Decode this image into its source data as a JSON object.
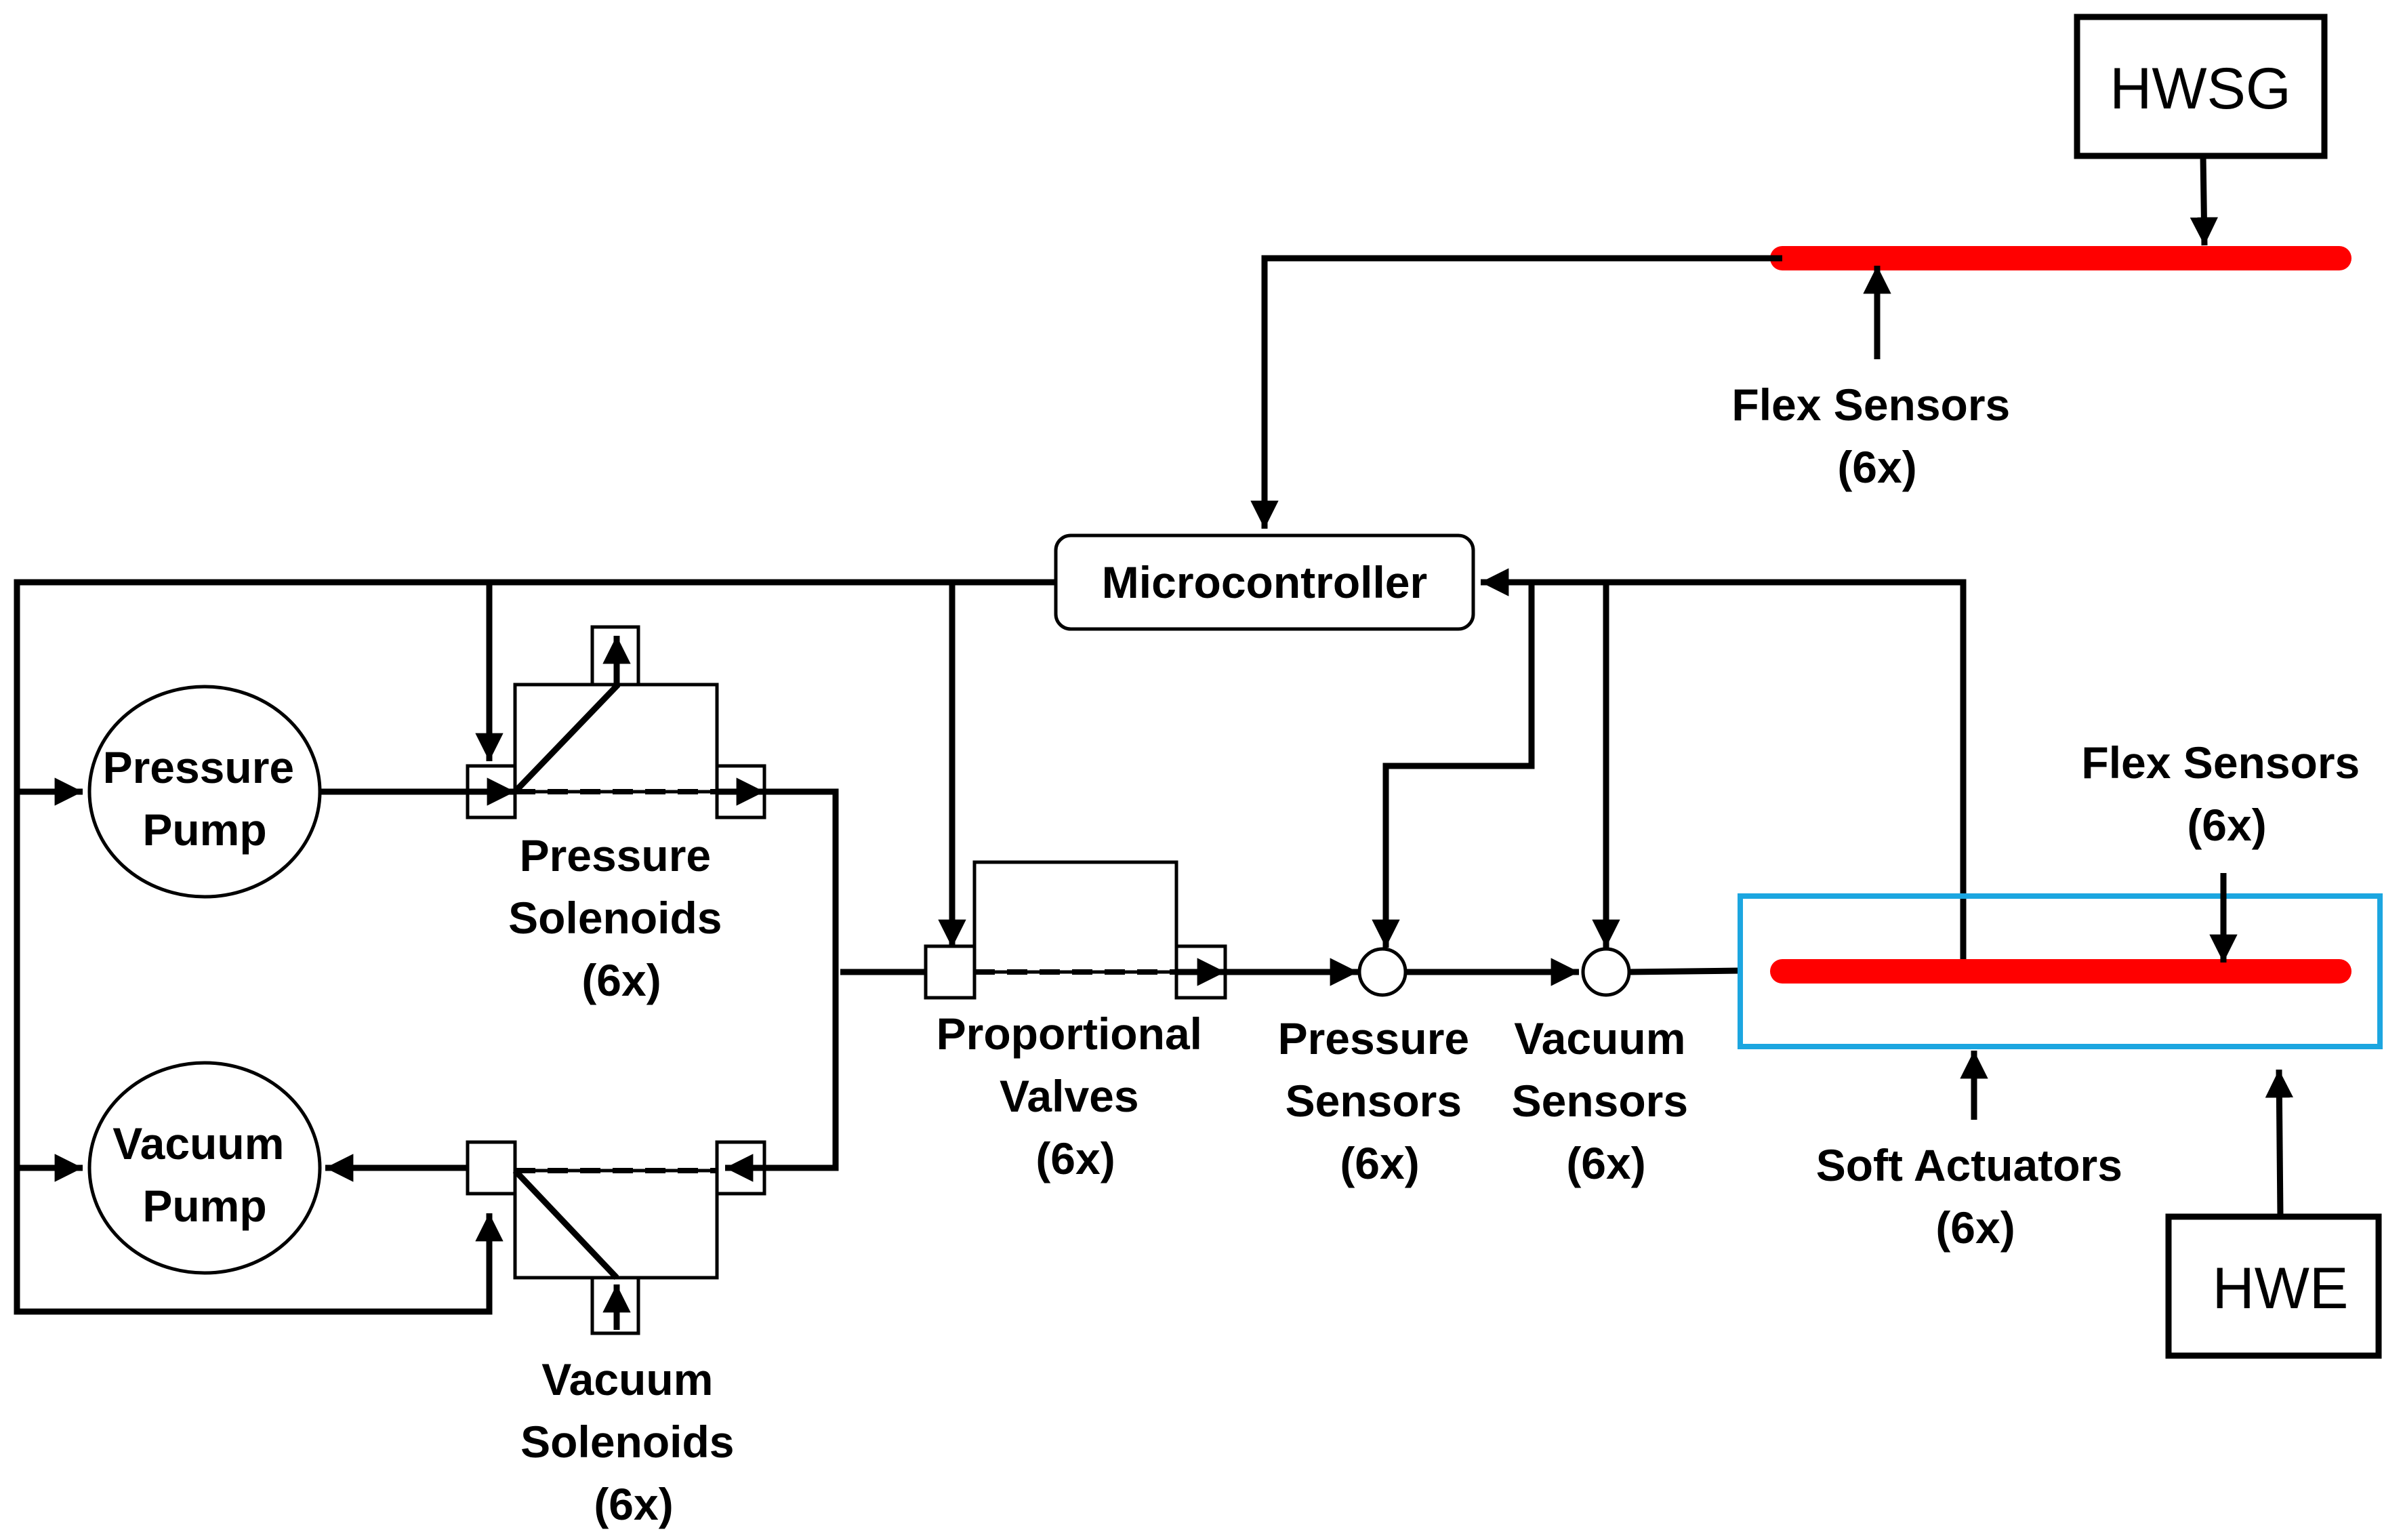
{
  "labels": {
    "hwsg": "HWSG",
    "hwe": "HWE",
    "microcontroller": "Microcontroller",
    "pressure_pump": [
      "Pressure",
      "Pump"
    ],
    "vacuum_pump": [
      "Vacuum",
      "Pump"
    ],
    "pressure_solenoids": [
      "Pressure",
      "Solenoids",
      "(6x)"
    ],
    "vacuum_solenoids": [
      "Vacuum",
      "Solenoids",
      "(6x)"
    ],
    "proportional_valves": [
      "Proportional",
      "Valves",
      "(6x)"
    ],
    "pressure_sensors": [
      "Pressure",
      "Sensors",
      "(6x)"
    ],
    "vacuum_sensors": [
      "Vacuum",
      "Sensors",
      "(6x)"
    ],
    "flex_sensors_top": [
      "Flex Sensors",
      "(6x)"
    ],
    "flex_sensors_right": [
      "Flex Sensors",
      "(6x)"
    ],
    "soft_actuators": [
      "Soft Actuators",
      "(6x)"
    ]
  },
  "colors": {
    "sensor_strip": "#ff0000",
    "actuator_enclosure": "#1ca6e0",
    "line": "#000000"
  }
}
